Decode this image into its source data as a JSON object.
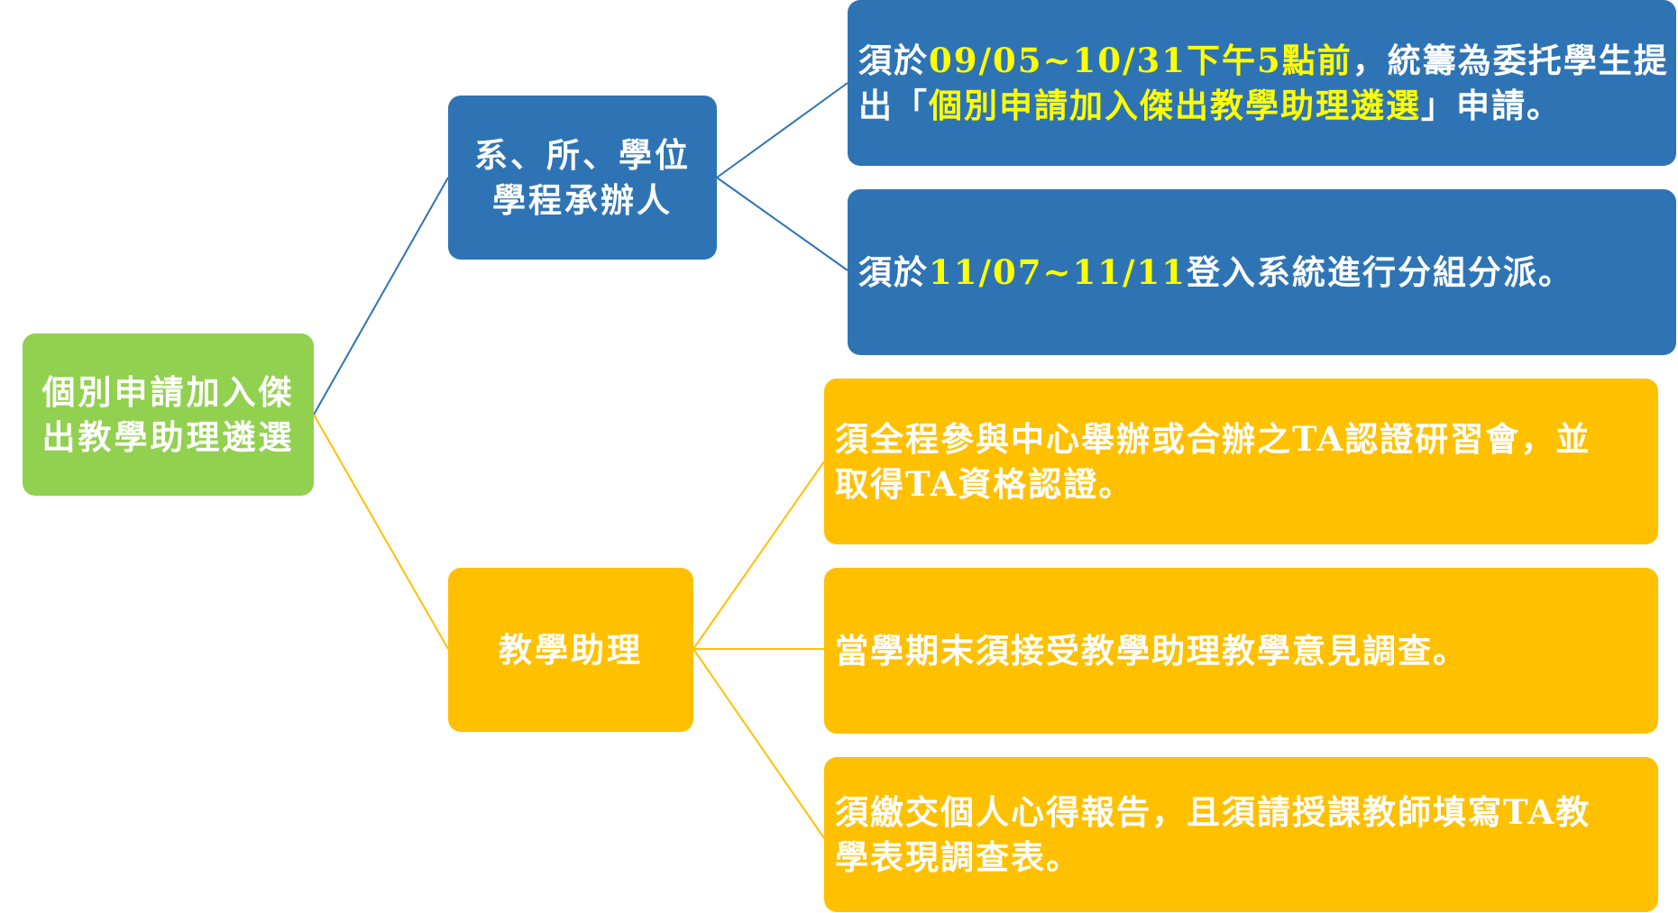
{
  "colors": {
    "root": "#92d050",
    "blue": "#2e74b5",
    "gold": "#ffc000",
    "highlight": "#ffff00",
    "blue_line": "#2e74b5",
    "gold_line": "#ffc000"
  },
  "root": {
    "line1": "個別申請加入傑",
    "line2": "出教學助理遴選"
  },
  "branch_admin": {
    "line1": "系、所、學位",
    "line2": "學程承辦人"
  },
  "branch_ta": {
    "label": "教學助理"
  },
  "admin_tasks": {
    "task1": {
      "a": "須於",
      "date": "09/05~10/31下午5點前",
      "b": "，統籌為委托學生提",
      "c": "出「",
      "name": "個別申請加入傑出教學助理遴選",
      "d": "」申請。"
    },
    "task2": {
      "a": "須於",
      "date": "11/07~11/11",
      "b": "登入系統進行分組分派。"
    }
  },
  "ta_tasks": {
    "task1_line1": "須全程參與中心舉辦或合辦之TA認證研習會，並",
    "task1_line2": "取得TA資格認證。",
    "task2": "當學期末須接受教學助理教學意見調查。",
    "task3_line1": "須繳交個人心得報告，且須請授課教師填寫TA教",
    "task3_line2": "學表現調查表。"
  }
}
